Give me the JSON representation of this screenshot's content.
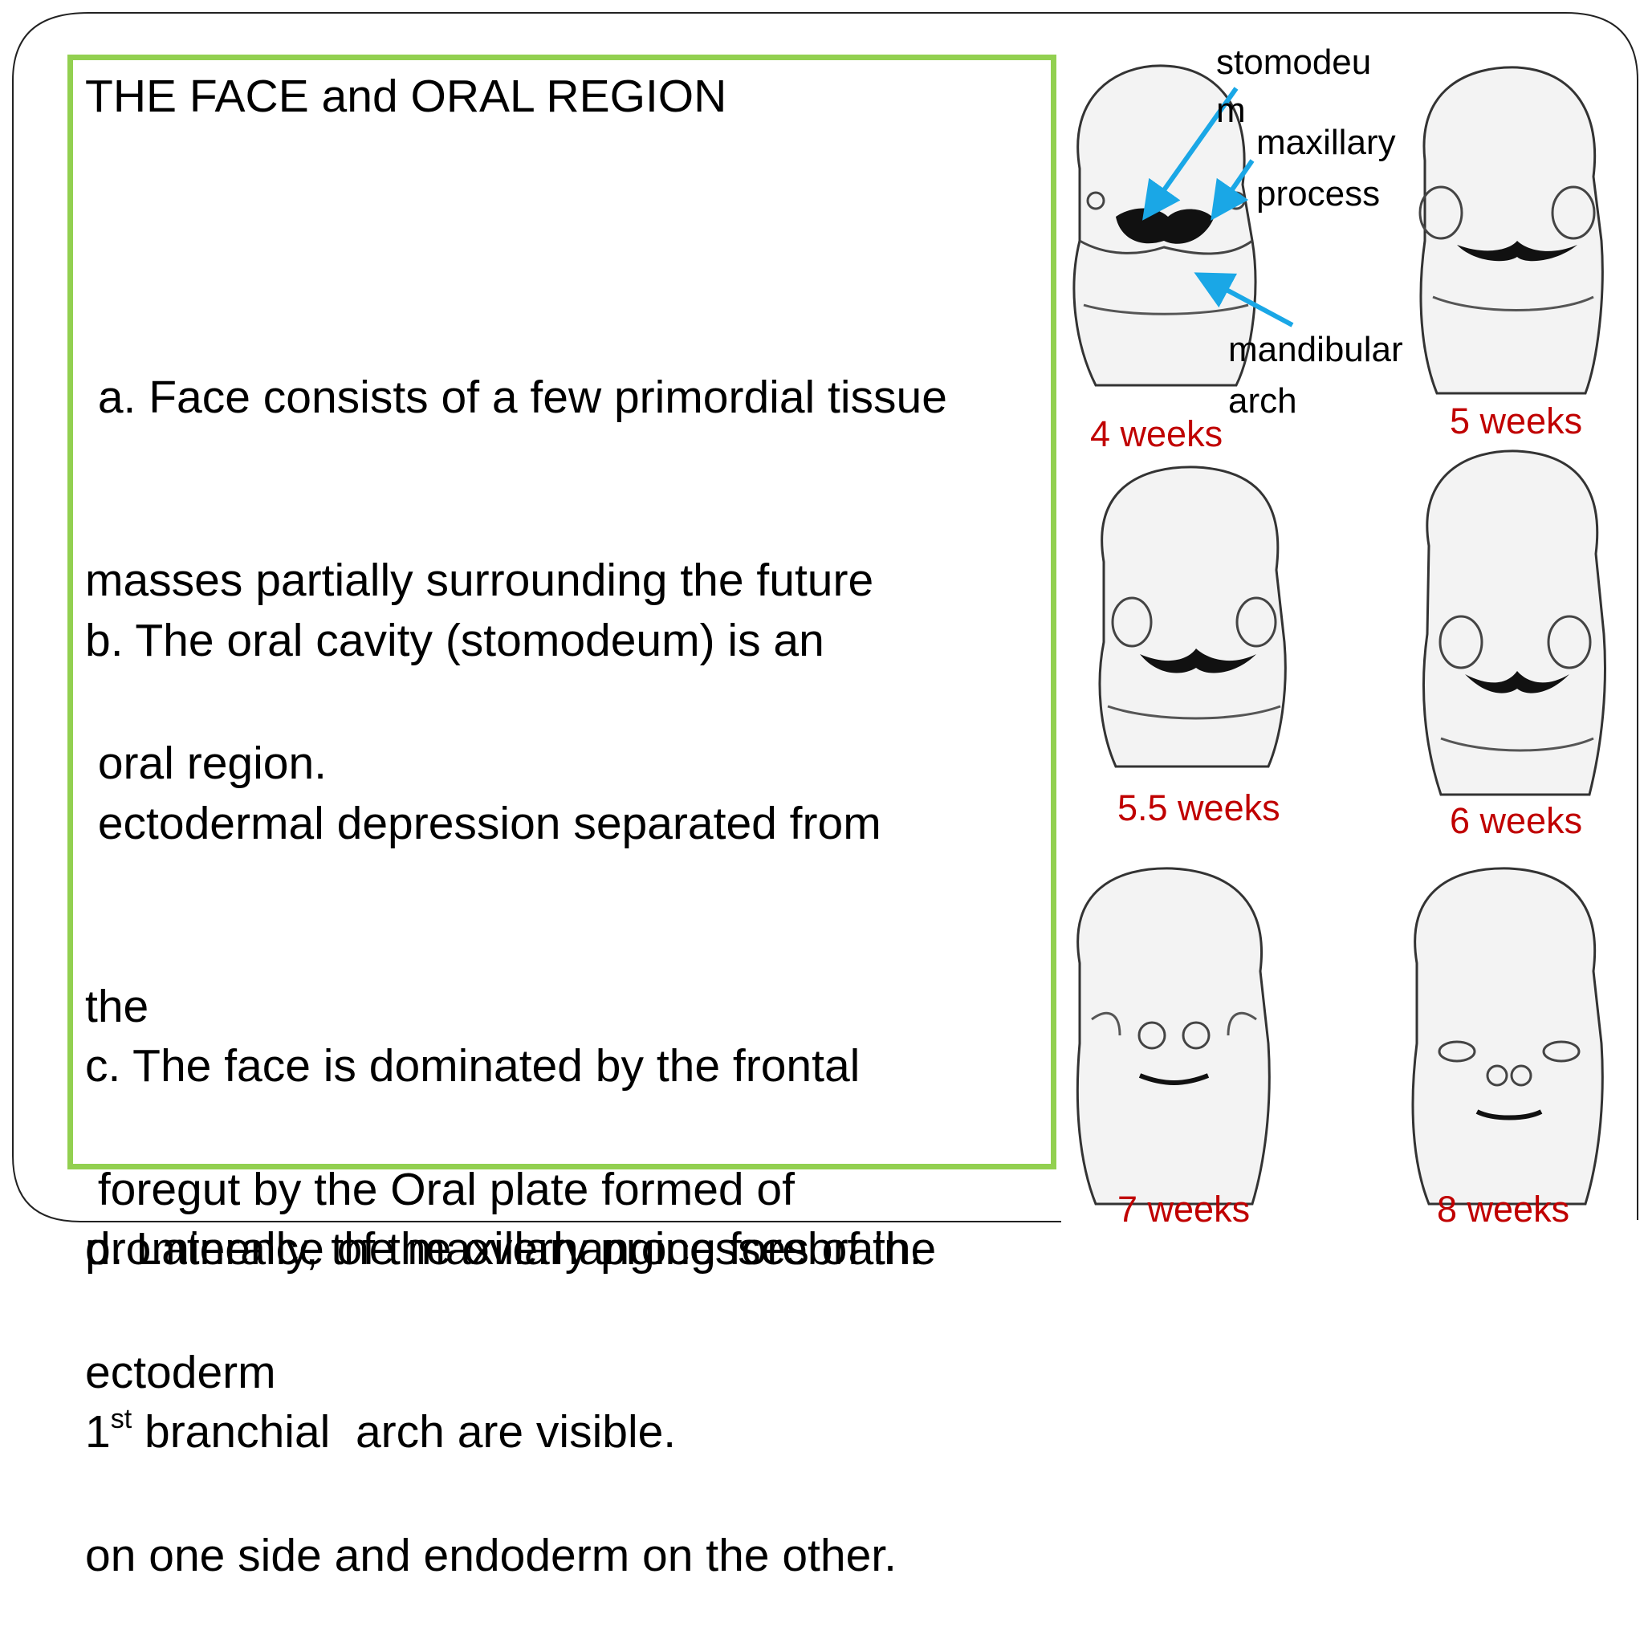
{
  "slide": {
    "title": "THE FACE and ORAL REGION",
    "paragraphs": {
      "a": [
        " a. Face consists of a few primordial tissue",
        "masses partially surrounding the future",
        " oral region."
      ],
      "b": [
        "b. The oral cavity (stomodeum) is an",
        " ectodermal depression separated from",
        "the",
        " foregut by the Oral plate formed of",
        "ectoderm",
        "on one side and endoderm on the other."
      ],
      "c": [
        "c. The face is dominated by the frontal",
        "prominence of the overhanging forebrain."
      ],
      "d_line1": "d. Laterally, the maxillary processes of the",
      "d_line2_prefix": "1",
      "d_line2_sup": "st",
      "d_line2_rest": " branchial  arch are visible."
    }
  },
  "figure": {
    "annotations": {
      "stomodeum_line1": "stomodeu",
      "stomodeum_line2": "m",
      "maxillary_line1": "maxillary",
      "maxillary_line2": "process",
      "mandibular_line1": "mandibular",
      "mandibular_line2": "arch"
    },
    "panels": [
      {
        "label": "4 weeks"
      },
      {
        "label": "5 weeks"
      },
      {
        "label": "5.5 weeks"
      },
      {
        "label": "6 weeks"
      },
      {
        "label": "7 weeks"
      },
      {
        "label": "8 weeks"
      }
    ]
  },
  "colors": {
    "border": "#92d050",
    "stage_label": "#c00000",
    "arrow": "#1aa7e6",
    "text": "#000000"
  }
}
